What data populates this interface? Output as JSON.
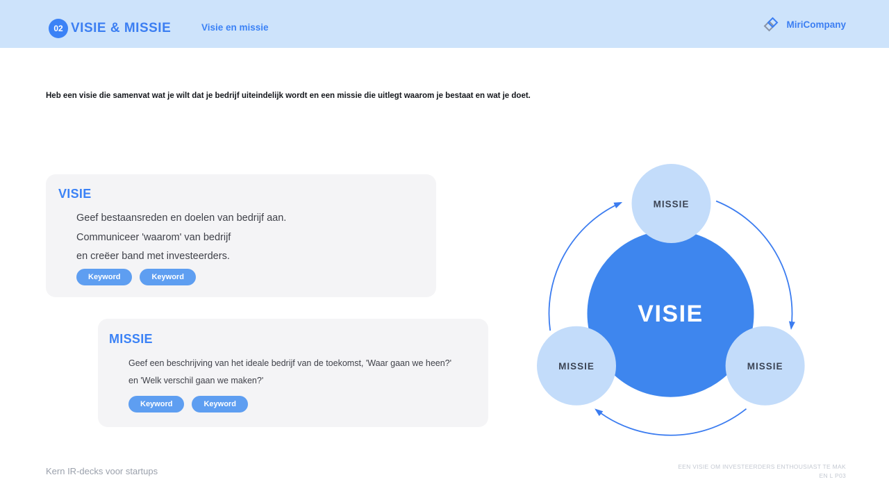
{
  "header": {
    "badge_number": "02",
    "title": "VISIE & MISSIE",
    "subtitle": "Visie en missie",
    "brand": "MiriCompany"
  },
  "intro": "Heb een visie die samenvat wat je wilt dat je bedrijf uiteindelijk wordt en een missie die uitlegt waarom je bestaat en wat je doet.",
  "cards": {
    "visie": {
      "title": "VISIE",
      "lines": [
        "Geef bestaansreden en doelen van bedrijf aan.",
        "Communiceer 'waarom' van bedrijf",
        "en creëer band met investeerders."
      ],
      "keywords": [
        "Keyword",
        "Keyword"
      ]
    },
    "missie": {
      "title": "MISSIE",
      "lines": [
        "Geef een beschrijving van het ideale bedrijf van de toekomst, 'Waar gaan we heen?'",
        "en 'Welk verschil gaan we maken?'"
      ],
      "keywords": [
        "Keyword",
        "Keyword"
      ]
    }
  },
  "diagram": {
    "center_label": "VISIE",
    "satellites": [
      "MISSIE",
      "MISSIE",
      "MISSIE"
    ]
  },
  "footer": {
    "left": "Kern IR-decks voor startups",
    "right_line1": "EEN VISIE OM INVESTEERDERS ENTHOUSIAST TE MAK",
    "right_line2": "EN L P03"
  },
  "colors": {
    "header_bg": "#cde3fb",
    "accent_blue": "#3b82f6",
    "title_blue": "#3b7ef2",
    "pill_blue": "#5e9ef1",
    "circle_main": "#3e86ee",
    "circle_light": "#c3dcfa",
    "arrow_blue": "#3b7cf0",
    "card_bg": "#f4f4f6",
    "body_text": "#3f4149",
    "satellite_label": "#3c4454",
    "footer_gray": "#9ba1ac",
    "footer_light_gray": "#c4c9d2"
  }
}
